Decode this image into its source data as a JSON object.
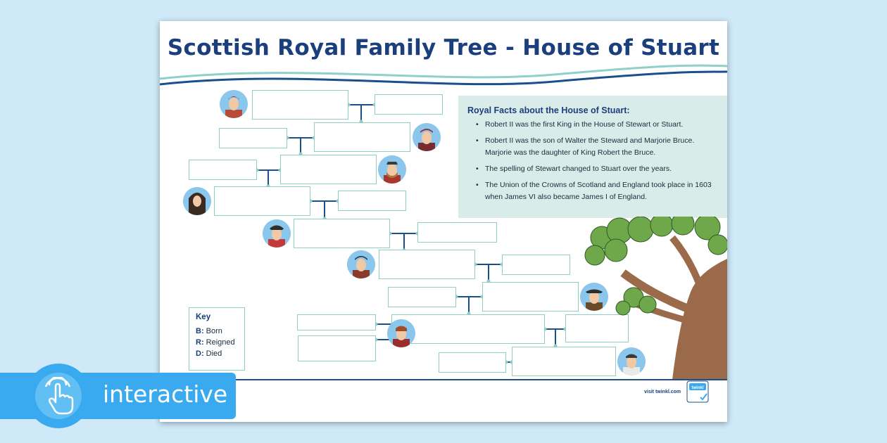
{
  "title": "Scottish Royal Family Tree - House of Stuart",
  "facts": {
    "heading": "Royal Facts about the House of Stuart:",
    "items": [
      "Robert II was the first King in the House of Stewart or Stuart.",
      "Robert II was the son of Walter the Steward and Marjorie Bruce. Marjorie was the daughter of King Robert the Bruce.",
      "The spelling of Stewart changed to Stuart over the years.",
      "The Union of the Crowns of Scotland and England took place in 1603 when James VI also became James I of England."
    ]
  },
  "key": {
    "heading": "Key",
    "rows": [
      {
        "abbr": "B:",
        "meaning": "Born"
      },
      {
        "abbr": "R:",
        "meaning": "Reigned"
      },
      {
        "abbr": "D:",
        "meaning": "Died"
      }
    ]
  },
  "footer": {
    "visit": "visit twinkl.com",
    "badge": "twinkl"
  },
  "banner": {
    "label": "interactive"
  },
  "colors": {
    "title": "#1b3f7c",
    "box_border": "#8fcfc3",
    "facts_bg": "#d9ecea",
    "connector": "#1b4f8c",
    "banner": "#3aaaf0",
    "page_bg": "#cfe9f8"
  }
}
